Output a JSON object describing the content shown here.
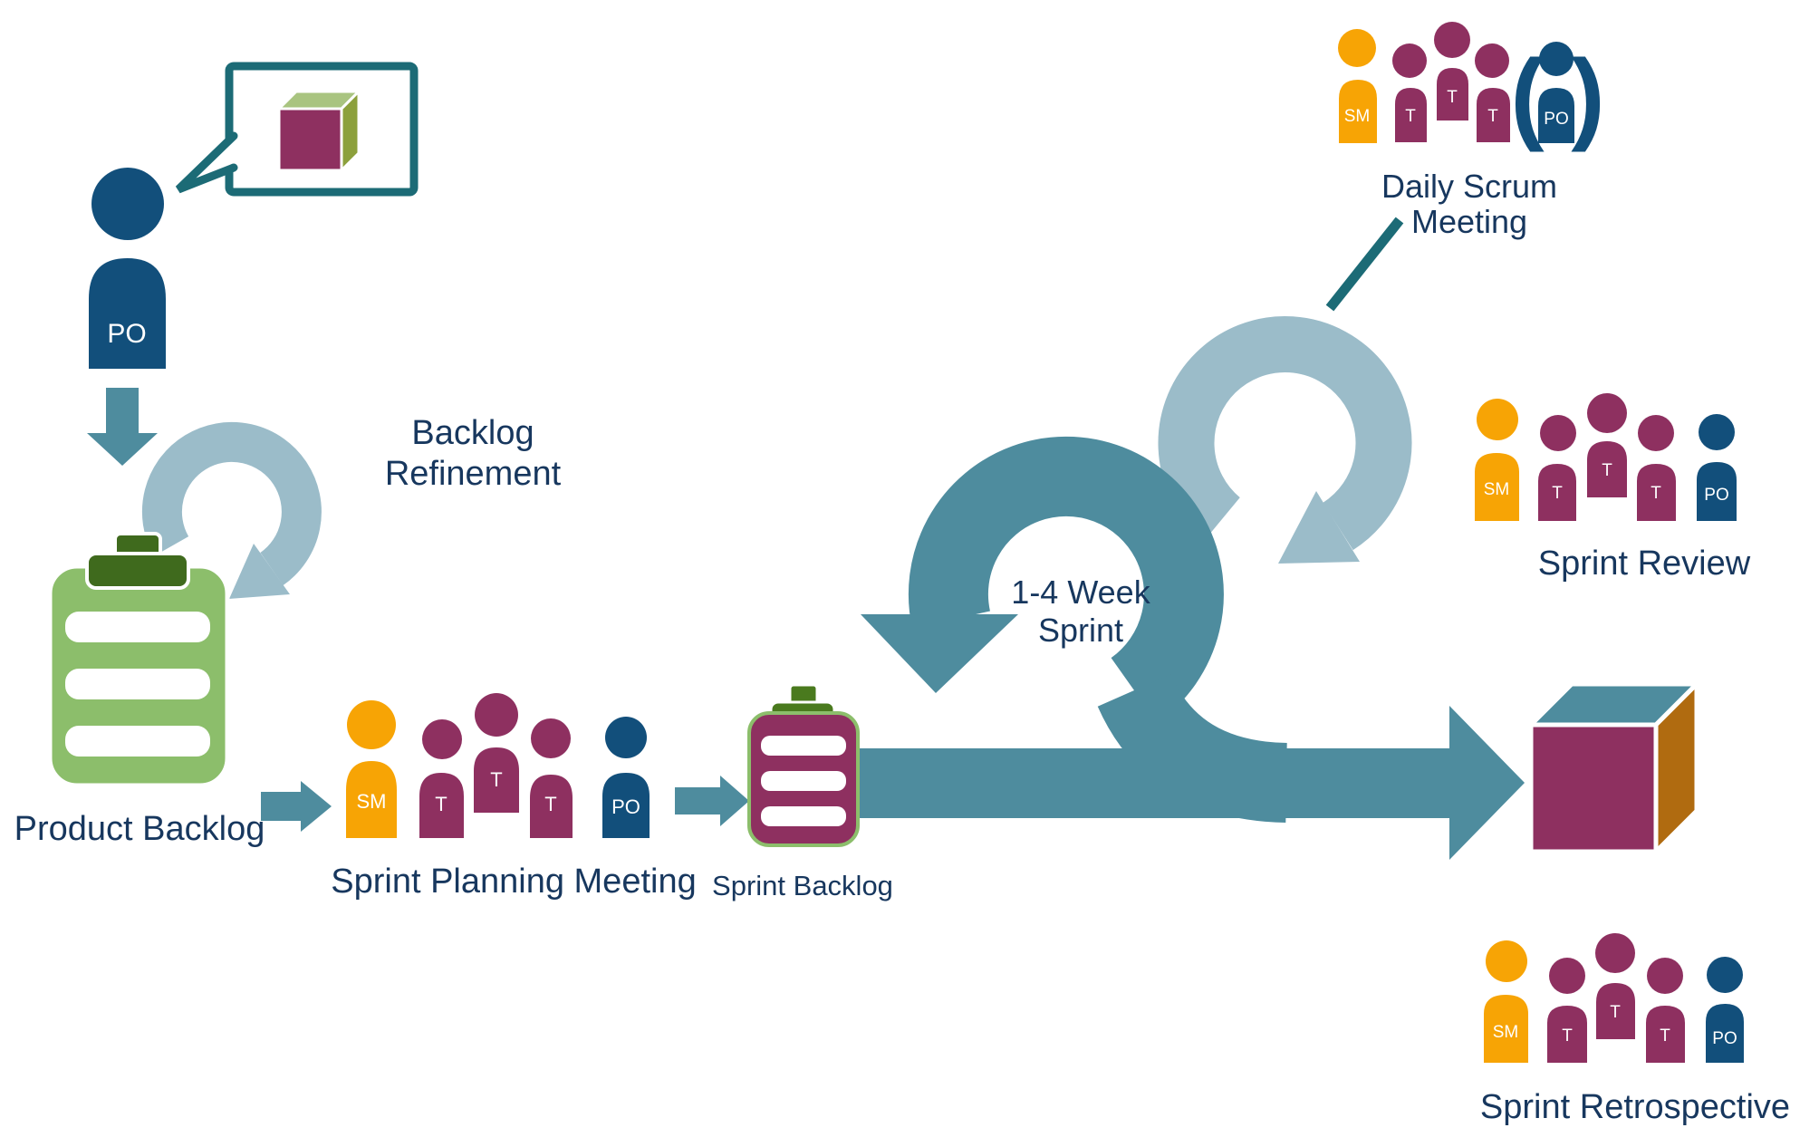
{
  "labels": {
    "backlog_refinement": [
      "Backlog",
      "Refinement"
    ],
    "product_backlog": "Product Backlog",
    "sprint_planning": "Sprint Planning Meeting",
    "sprint_backlog": "Sprint Backlog",
    "sprint_loop": [
      "1-4 Week",
      "Sprint"
    ],
    "daily_scrum": [
      "Daily Scrum",
      "Meeting"
    ],
    "sprint_review": "Sprint Review",
    "sprint_retrospective": "Sprint Retrospective"
  },
  "roles": {
    "scrum_master": "SM",
    "team_member": "T",
    "product_owner": "PO"
  },
  "daily_scrum_parens": {
    "open": "(",
    "close": ")"
  },
  "colors": {
    "navy": "#124F7B",
    "maroon": "#8E3060",
    "orange": "#F7A405",
    "teal": "#4E8C9E",
    "light_loop": "#9BBCC9",
    "dark_teal_outline": "#1C6B76",
    "text_navy": "#17375E",
    "clipboard_green": "#8CBE6B",
    "clip_dark_green": "#3F6A1D",
    "sprint_clip_green": "#4A7A1E",
    "cube_top_green": "#A9C480",
    "cube_side_olive": "#8CA03C",
    "cube_top_teal": "#4E8C9E",
    "cube_side_brown": "#B06B10",
    "white": "#FFFFFF"
  }
}
